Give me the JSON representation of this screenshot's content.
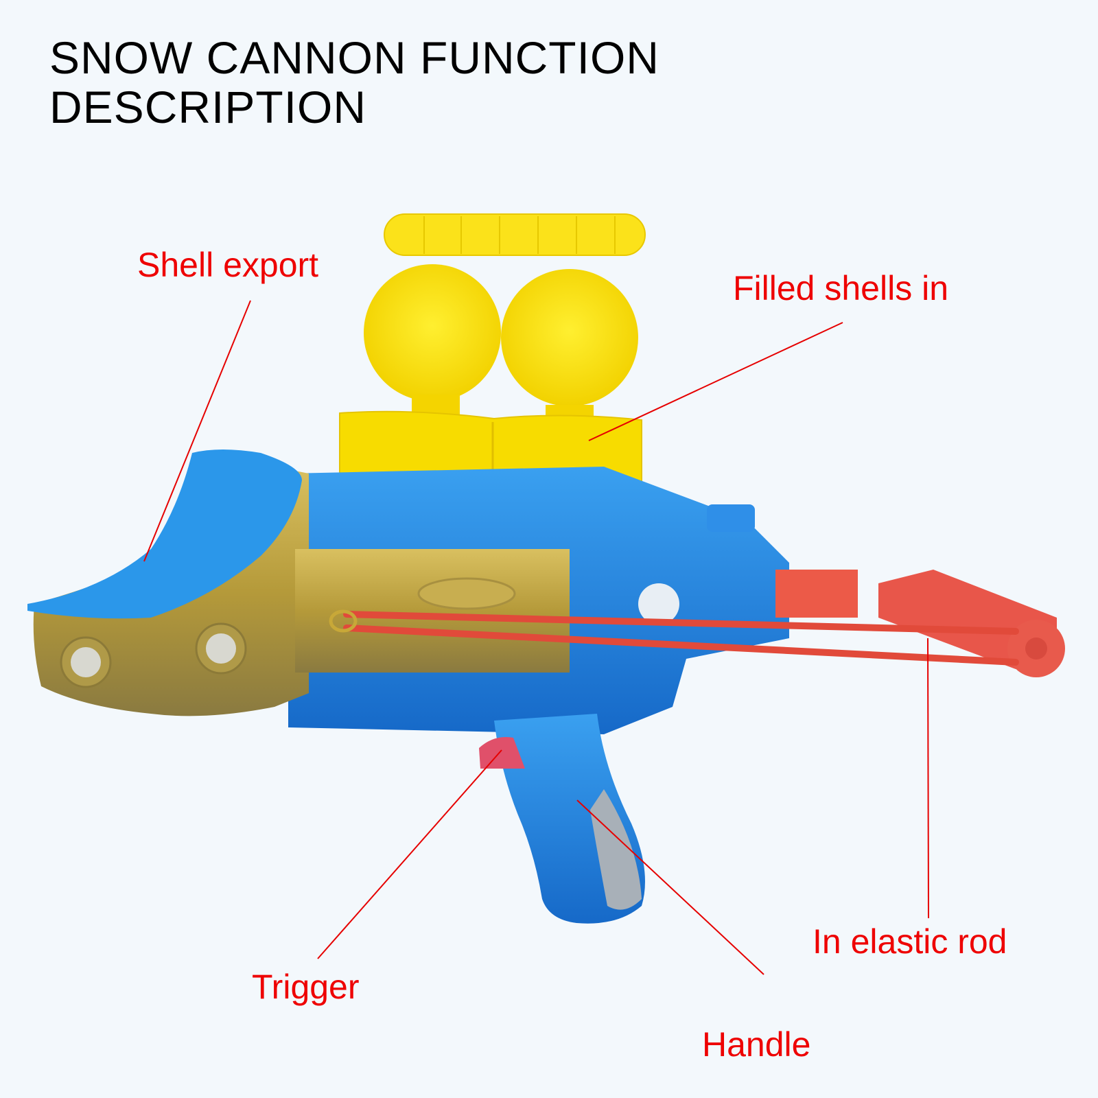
{
  "title": {
    "line1": "SNOW CANNON FUNCTION",
    "line2": "DESCRIPTION"
  },
  "labels": {
    "shell_export": "Shell export",
    "filled_shells_in": "Filled shells in",
    "in_elastic_rod": "In elastic rod",
    "trigger": "Trigger",
    "handle": "Handle"
  },
  "colors": {
    "background": "#f3f8fc",
    "label_red": "#ee0000",
    "body_blue": "#1e88e5",
    "gold": "#b8a040",
    "yellow": "#fde500",
    "rod_red": "#e84a3a"
  }
}
